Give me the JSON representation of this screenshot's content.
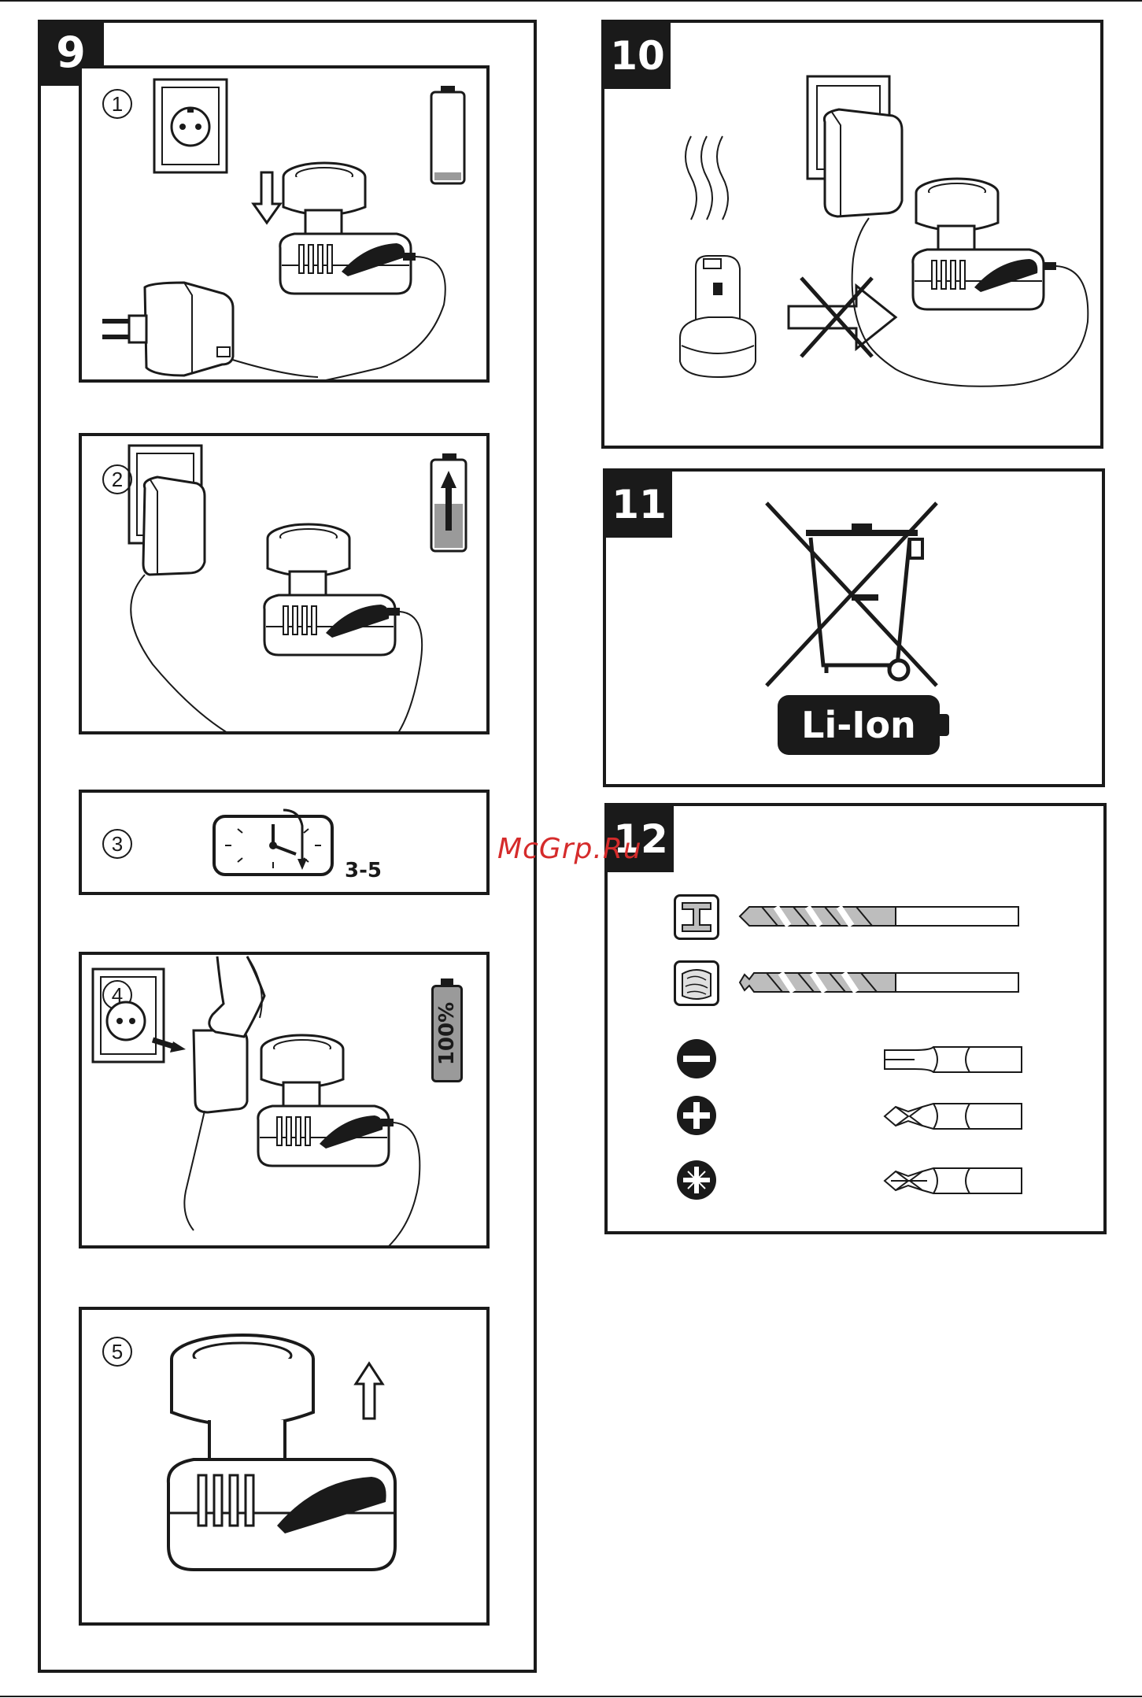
{
  "sections": {
    "s9": {
      "number": "9"
    },
    "s10": {
      "number": "10"
    },
    "s11": {
      "number": "11",
      "badge": "Li-Ion"
    },
    "s12": {
      "number": "12"
    }
  },
  "steps": [
    "1",
    "2",
    "3",
    "4",
    "5"
  ],
  "timer": {
    "label": "3-5"
  },
  "charge_full": {
    "label": "100%"
  },
  "watermark": "McGrp.Ru",
  "icons": {
    "outlet": "wall-socket-icon",
    "battery": "battery-icon",
    "clock": "clock-icon",
    "bin": "crossed-bin-icon",
    "metal": "metal-material-icon",
    "wood": "wood-material-icon",
    "slot": "slotted-screw-icon",
    "phillips": "phillips-screw-icon",
    "pozi": "pozidriv-screw-icon"
  },
  "colors": {
    "ink": "#1a1a1a",
    "gray": "#9a9a9a",
    "watermark": "#d52b2b"
  }
}
